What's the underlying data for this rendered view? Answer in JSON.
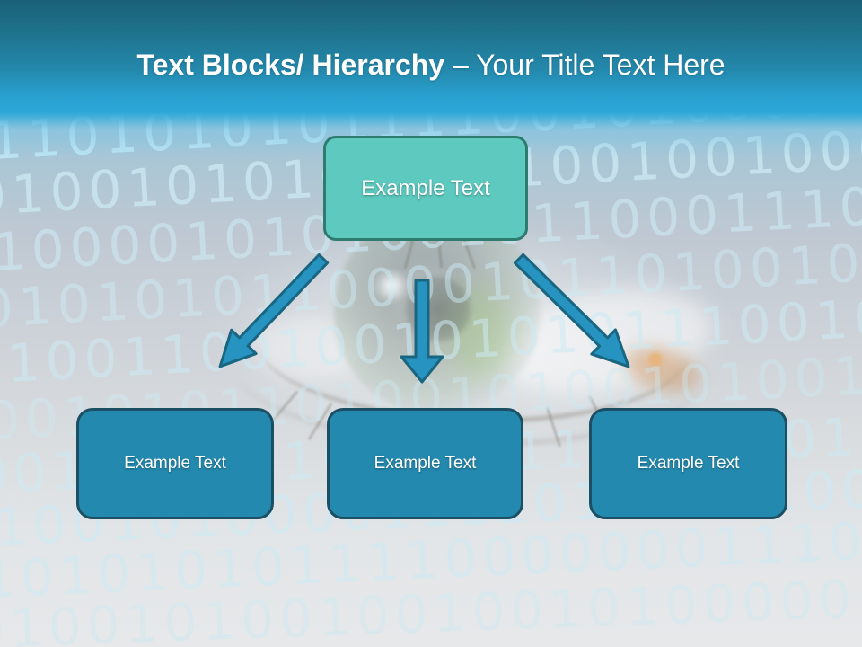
{
  "slide_title": {
    "bold": "Text Blocks/ Hierarchy",
    "rest": "– Your Title Text Here"
  },
  "hierarchy": {
    "root_label": "Example Text",
    "children": [
      {
        "label": "Example Text"
      },
      {
        "label": "Example Text"
      },
      {
        "label": "Example Text"
      }
    ]
  },
  "background": {
    "description": "digital eye photo overlaid with binary code",
    "binary_rows": [
      "11010101011110010100001011",
      "010010101001101001001000111",
      "100001010100101100011100010",
      "010101011000010110100100110",
      "010011001001010101110010100",
      "001010110100101001010010100",
      "001010111010101101001010011",
      "100101000011110101011001001",
      "1010101011110000000111001010001011",
      "0100101001001001010000011100"
    ]
  },
  "colors": {
    "header_top": "#1a6078",
    "header_bottom": "#2aa6d7",
    "root_box_fill": "#5dc9bf",
    "root_box_border": "#2e7b6f",
    "child_box_fill": "#2489ae",
    "child_box_border": "#1c4f63",
    "arrow_fill": "#2793c0",
    "arrow_stroke": "#1a657f",
    "title_text": "#ffffff",
    "binary_digits": "#cdeaf4"
  }
}
